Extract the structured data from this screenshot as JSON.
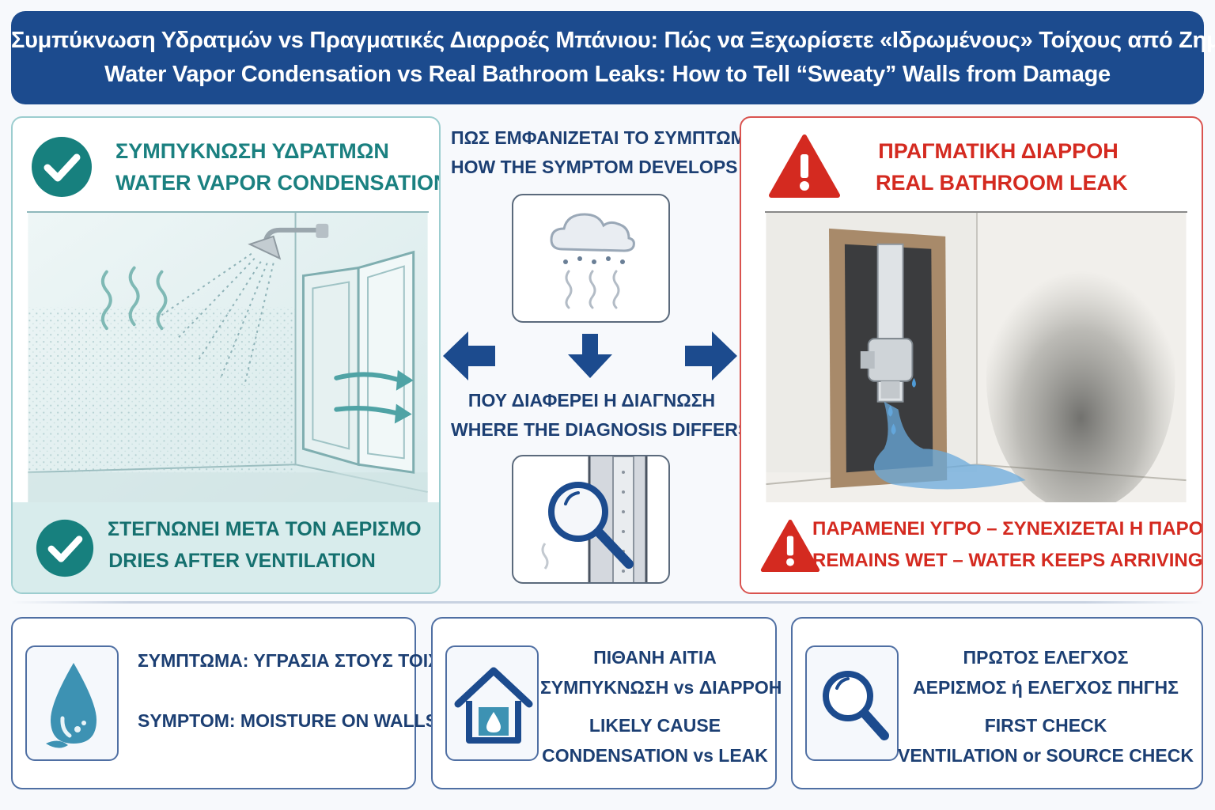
{
  "header": {
    "title_greek": "Συμπύκνωση Υδρατμών vs Πραγματικές Διαρροές Μπάνιου: Πώς να Ξεχωρίσετε «Ιδρωμένους» Τοίχους από Ζημιά",
    "title_english": "Water Vapor Condensation vs Real Bathroom Leaks: How to Tell “Sweaty” Walls from Damage"
  },
  "left_panel": {
    "title_greek": "ΣΥΜΠΥΚΝΩΣΗ ΥΔΡΑΤΜΩΝ",
    "title_english": "WATER VAPOR CONDENSATION",
    "footer_greek": "ΣΤΕΓΝΩΝΕΙ ΜΕΤΑ ΤΟΝ ΑΕΡΙΣΜΟ",
    "footer_english": "DRIES AFTER VENTILATION",
    "accent": "#1a8080"
  },
  "center": {
    "top_label_greek": "ΠΩΣ ΕΜΦΑΝΙΖΕΤΑΙ ΤΟ ΣΥΜΠΤΩΜΑ",
    "top_label_english": "HOW THE SYMPTOM DEVELOPS",
    "bottom_label_greek": "ΠΟΥ ΔΙΑΦΕΡΕΙ Η ΔΙΑΓΝΩΣΗ",
    "bottom_label_english": "WHERE THE DIAGNOSIS DIFFERS",
    "top_icon": "cloud-rain-steam-icon",
    "bottom_icon": "magnifier-wall-icon"
  },
  "right_panel": {
    "title_greek": "ΠΡΑΓΜΑΤΙΚΗ ΔΙΑΡΡΟΗ",
    "title_english": "REAL BATHROOM LEAK",
    "footer_greek": "ΠΑΡΑΜΕΝΕΙ ΥΓΡΟ – ΣΥΝΕΧΙΖΕΤΑΙ Η ΠΑΡΟΧΗ ΝΕΡΟΥ",
    "footer_english": "REMAINS WET – WATER KEEPS ARRIVING",
    "accent": "#d42a20"
  },
  "cards": [
    {
      "line1": "ΣΥΜΠΤΩΜΑ: ΥΓΡΑΣΙΑ ΣΤΟΥΣ ΤΟΙΧΟΥΣ",
      "line2": "SYMPTOM: MOISTURE ON WALLS",
      "icon": "water-drop-icon"
    },
    {
      "line1": "ΠΙΘΑΝΗ ΑΙΤΙΑ",
      "line2": "ΣΥΜΠΥΚΝΩΣΗ vs ΔΙΑΡΡΟΗ",
      "line3": "LIKELY CAUSE",
      "line4": "CONDENSATION vs LEAK",
      "icon": "house-drop-icon"
    },
    {
      "line1": "ΠΡΩΤΟΣ ΕΛΕΓΧΟΣ",
      "line2": "ΑΕΡΙΣΜΟΣ ή ΕΛΕΓΧΟΣ ΠΗΓΗΣ",
      "line3": "FIRST CHECK",
      "line4": "VENTILATION or SOURCE CHECK",
      "icon": "magnifier-icon"
    }
  ],
  "colors": {
    "navy": "#1c4b8e",
    "teal": "#1a8080",
    "red": "#d42a20",
    "text_blue": "#1c3f73"
  }
}
